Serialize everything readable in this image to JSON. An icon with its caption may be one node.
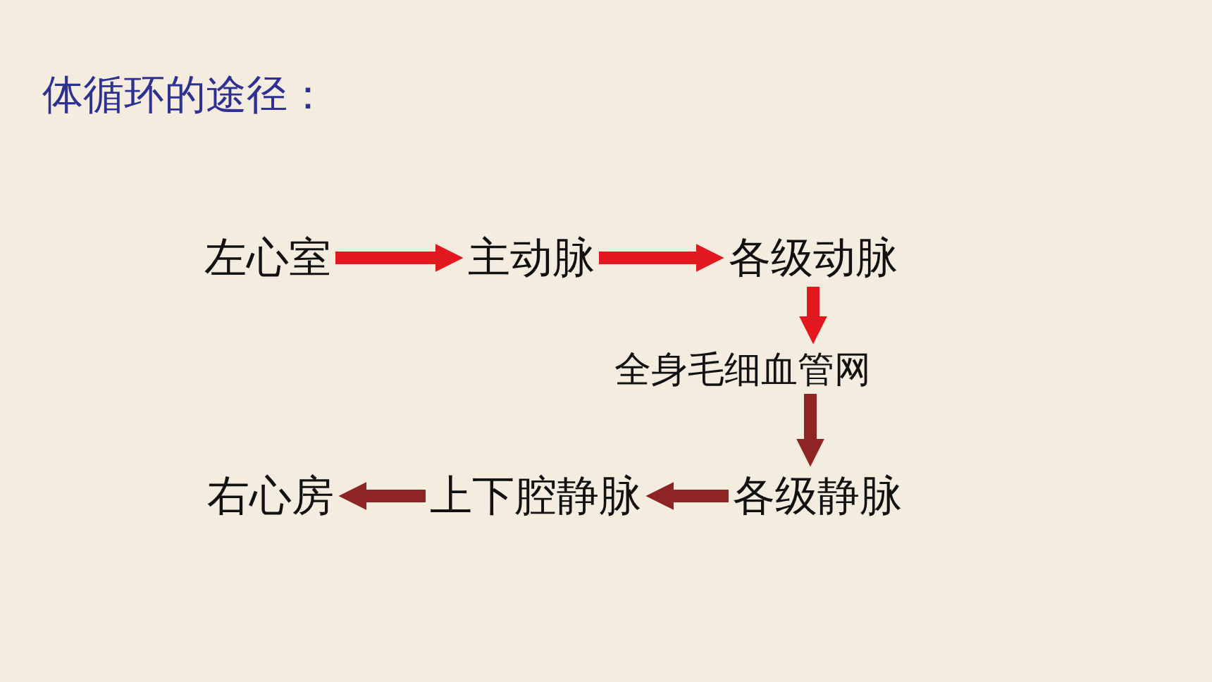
{
  "diagram": {
    "title": "体循环的途径：",
    "nodes": [
      {
        "text": [
          "左心室"
        ]
      },
      {
        "text": [
          "主动脉"
        ]
      },
      {
        "text": [
          "各级动脉"
        ]
      },
      {
        "text": [
          "全身毛细血管网"
        ]
      },
      {
        "text": [
          "各级静脉"
        ]
      },
      {
        "text": [
          "上下腔静脉"
        ]
      },
      {
        "text": [
          "右心房"
        ]
      }
    ],
    "edges": [
      {
        "from": 0,
        "to": 1,
        "arrow": "to"
      },
      {
        "from": 1,
        "to": 2,
        "arrow": "to"
      },
      {
        "from": 2,
        "to": 3,
        "arrow": "to"
      },
      {
        "from": 3,
        "to": 4,
        "arrow": "to",
        "color": "#8e2424"
      },
      {
        "from": 4,
        "to": 5,
        "arrow": "to",
        "color": "#8e2424"
      },
      {
        "from": 5,
        "to": 6,
        "arrow": "to",
        "color": "#8e2424"
      }
    ]
  }
}
